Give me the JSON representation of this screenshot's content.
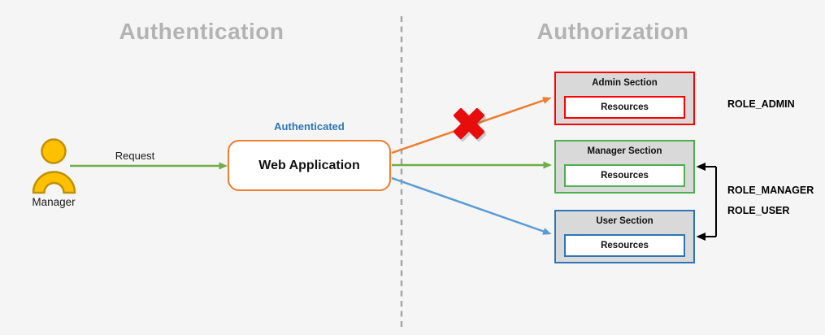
{
  "colors": {
    "background": "#F5F5F6",
    "phase_title_gray": "#B3B3B3",
    "divider_gray": "#A6A6A6",
    "actor_fill": "#FFC000",
    "actor_outline": "#BF9000",
    "request_arrow_green": "#70AD47",
    "webapp_border_orange": "#ED7D31",
    "authenticated_blue": "#2E75B6",
    "admin_border_red": "#FF0000",
    "manager_border_green": "#4CAF50",
    "user_border_blue": "#2E75B6",
    "user_arrow_blue": "#5B9BD5",
    "section_bg_gray": "#D9D9D9",
    "resources_bg": "#FFFFFF",
    "denied_cross_red": "#E80D0D",
    "bracket_black": "#000000"
  },
  "authentication_phase": {
    "title": "Authentication",
    "actor": {
      "icon": "person-icon",
      "label": "Manager"
    },
    "request": {
      "label": "Request",
      "arrow_color": "#70AD47"
    },
    "web_app": {
      "title": "Web Application",
      "status_label": "Authenticated",
      "border_color": "#ED7D31"
    }
  },
  "authorization_phase": {
    "title": "Authorization",
    "divider": "dashed-vertical-line",
    "denied_icon": "cross-mark-icon",
    "sections": [
      {
        "title": "Admin Section",
        "resources_label": "Resources",
        "role": "ROLE_ADMIN",
        "border_color": "#FF0000",
        "arrow_color": "#ED7D31",
        "access": "denied"
      },
      {
        "title": "Manager Section",
        "resources_label": "Resources",
        "role": "ROLE_MANAGER",
        "border_color": "#4CAF50",
        "arrow_color": "#70AD47",
        "access": "granted"
      },
      {
        "title": "User Section",
        "resources_label": "Resources",
        "role": "ROLE_USER",
        "border_color": "#2E75B6",
        "arrow_color": "#5B9BD5",
        "access": "granted"
      }
    ]
  }
}
